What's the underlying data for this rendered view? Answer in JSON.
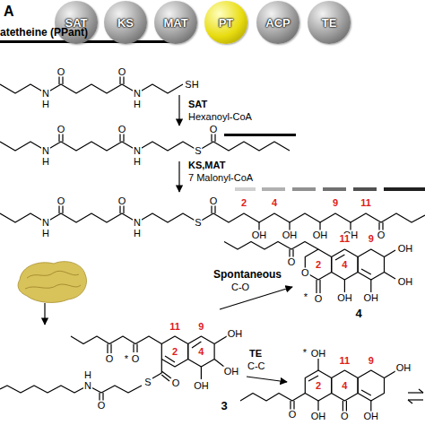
{
  "diagram": {
    "nodes": [
      {
        "text": [
          "SAT"
        ]
      },
      {
        "text": [
          "KS"
        ]
      },
      {
        "text": [
          "MAT"
        ]
      },
      {
        "text": [
          "PT"
        ]
      },
      {
        "text": [
          "ACP"
        ]
      },
      {
        "text": [
          "TE"
        ]
      }
    ],
    "labels": [
      "A",
      "atetheine (PPant)",
      "SAT",
      "Hexanoyl-CoA",
      "KS,MAT",
      "7 Malonyl-CoA",
      "N",
      "H",
      "O",
      "N",
      "H",
      "O",
      "SH",
      "N",
      "H",
      "O",
      "N",
      "H",
      "O",
      "S",
      "O",
      "N",
      "H",
      "O",
      "N",
      "H",
      "O",
      "S",
      "O",
      "2",
      "4",
      "9",
      "11",
      "OH",
      "OH",
      "OH",
      "OH",
      "O",
      "Spontaneous",
      "C-O",
      "O",
      "O",
      "O",
      "*",
      "OH",
      "OH",
      "OH",
      "OH",
      "11",
      "9",
      "2",
      "4",
      "4",
      "O",
      "*",
      "O",
      "S",
      "O",
      "OH",
      "OH",
      "OH",
      "11",
      "9",
      "2",
      "4",
      "N",
      "H",
      "O",
      "TE",
      "C-C",
      "OH",
      "*",
      "O",
      "OH",
      "O",
      "OH",
      "OH",
      "11",
      "9",
      "2",
      "4",
      "3"
    ]
  }
}
